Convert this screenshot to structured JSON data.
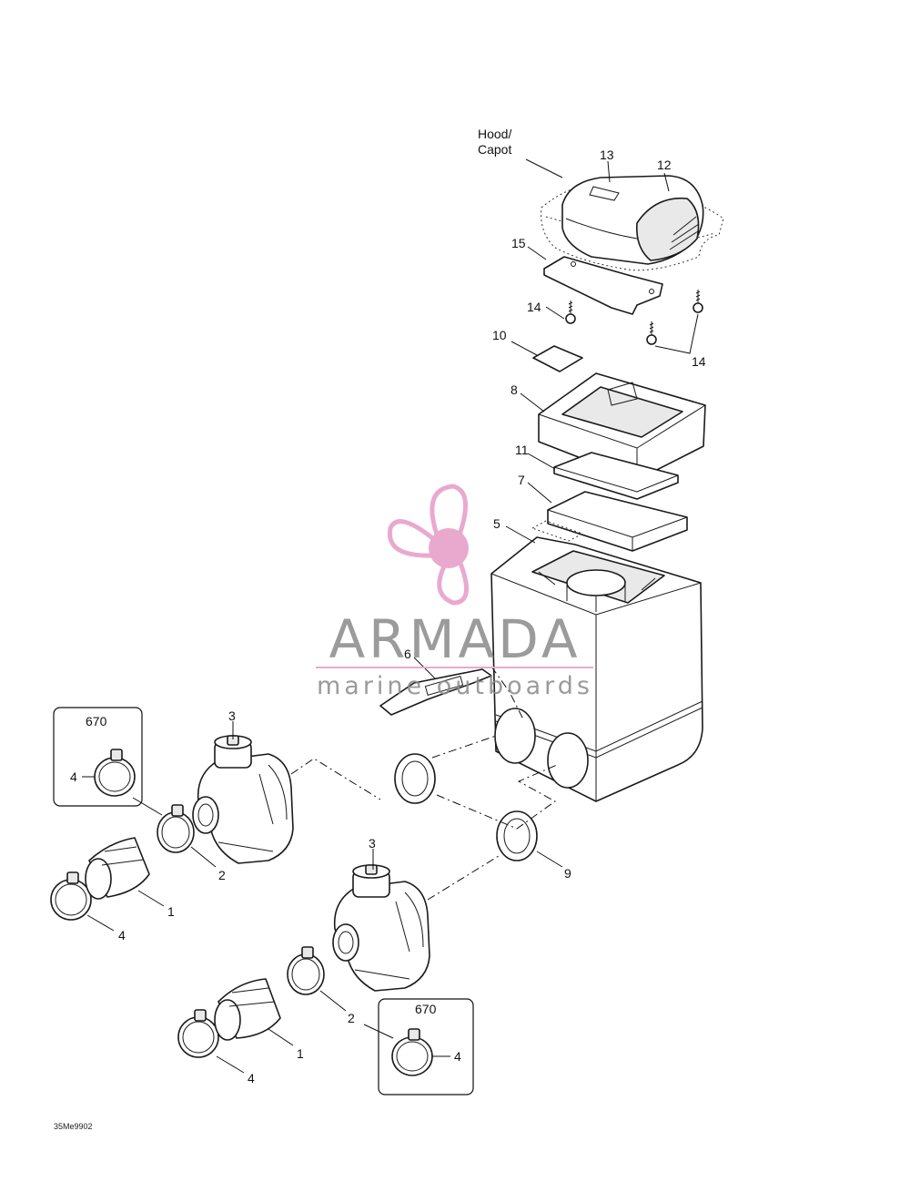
{
  "labels": {
    "hood_line1": "Hood/",
    "hood_line2": "Capot",
    "p13": "13",
    "p12": "12",
    "p15": "15",
    "p14a": "14",
    "p14b": "14",
    "p10": "10",
    "p8": "8",
    "p11": "11",
    "p7": "7",
    "p5": "5",
    "p6": "6",
    "p3a": "3",
    "p3b": "3",
    "p2a": "2",
    "p2b": "2",
    "p1a": "1",
    "p1b": "1",
    "p4a": "4",
    "p4b": "4",
    "p4c": "4",
    "p4d": "4",
    "p9": "9",
    "inset_a": "670",
    "inset_b": "670",
    "code": "35Me9902"
  },
  "watermark": {
    "brand": "ARMADA",
    "tagline": "marine outboards",
    "logo_color": "#e9a9cf",
    "text_color": "#8a8a8a"
  }
}
